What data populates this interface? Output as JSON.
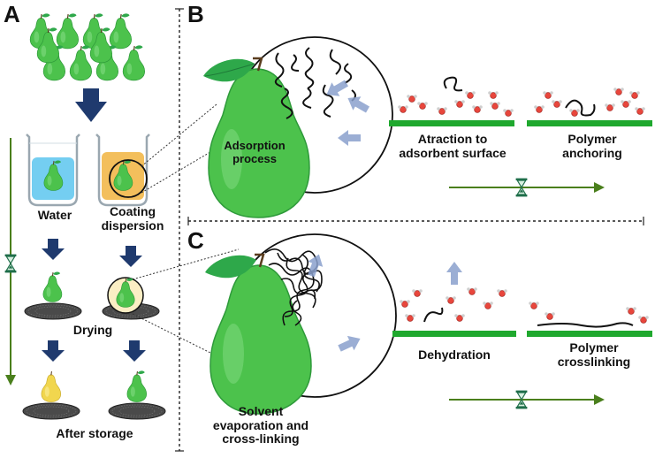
{
  "panels": {
    "a": "A",
    "b": "B",
    "c": "C"
  },
  "panel_a": {
    "beaker_left": "Water",
    "beaker_right_line1": "Coating",
    "beaker_right_line2": "dispersion",
    "drying": "Drying",
    "after_storage": "After storage"
  },
  "panel_b": {
    "pear_label_line1": "Adsorption",
    "pear_label_line2": "process",
    "step1_line1": "Atraction to",
    "step1_line2": "adsorbent surface",
    "step2_line1": "Polymer",
    "step2_line2": "anchoring"
  },
  "panel_c": {
    "pear_label_line1": "Solvent",
    "pear_label_line2": "evaporation and",
    "pear_label_line3": "cross-linking",
    "step1": "Dehydration",
    "step2_line1": "Polymer",
    "step2_line2": "crosslinking"
  },
  "colors": {
    "pear_green": "#4cc24c",
    "pear_dark": "#2e9a3a",
    "leaf": "#2ea84a",
    "surface_green": "#1fa82e",
    "arrow_navy": "#1f3a6e",
    "timeline_green": "#4a7f1c",
    "water_blue": "#5cc6ef",
    "coating_orange": "#f2b84a",
    "after_storage_yellow": "#f1d64e"
  },
  "icons": [
    "pear-icon",
    "beaker-icon",
    "hourglass-icon",
    "mesh-plate-icon",
    "polymer-chain-icon",
    "water-molecule-icon"
  ]
}
